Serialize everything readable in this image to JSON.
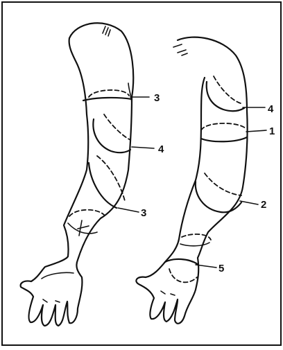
{
  "labels": {
    "left_arm": [
      "3",
      "4",
      "3"
    ],
    "right_arm": [
      "4",
      "1",
      "2",
      "5"
    ]
  }
}
